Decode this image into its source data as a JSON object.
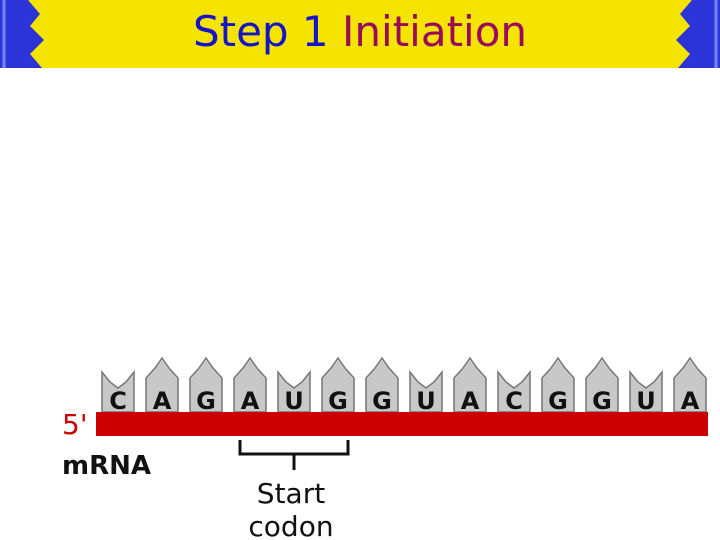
{
  "header": {
    "title_step": "Step 1",
    "title_rest": "Initiation"
  },
  "diagram": {
    "five_prime_label": "5'",
    "mrna_label": "mRNA",
    "bases": [
      "C",
      "A",
      "G",
      "A",
      "U",
      "G",
      "G",
      "U",
      "A",
      "C",
      "G",
      "G",
      "U",
      "A"
    ],
    "start_codon_bracket": {
      "from_base_index": 3,
      "to_base_index": 5
    },
    "start_codon_label_line1": "Start",
    "start_codon_label_line2": "codon"
  },
  "colors": {
    "header_bg": "#f5e400",
    "title_step": "#1414c8",
    "title_rest": "#9a0a5a",
    "side_deco": "#2b34d6",
    "mrna_strand": "#cc0000",
    "five_prime_label": "#cc0000",
    "base_fill": "#c8c8c8",
    "base_outline": "#777777"
  }
}
